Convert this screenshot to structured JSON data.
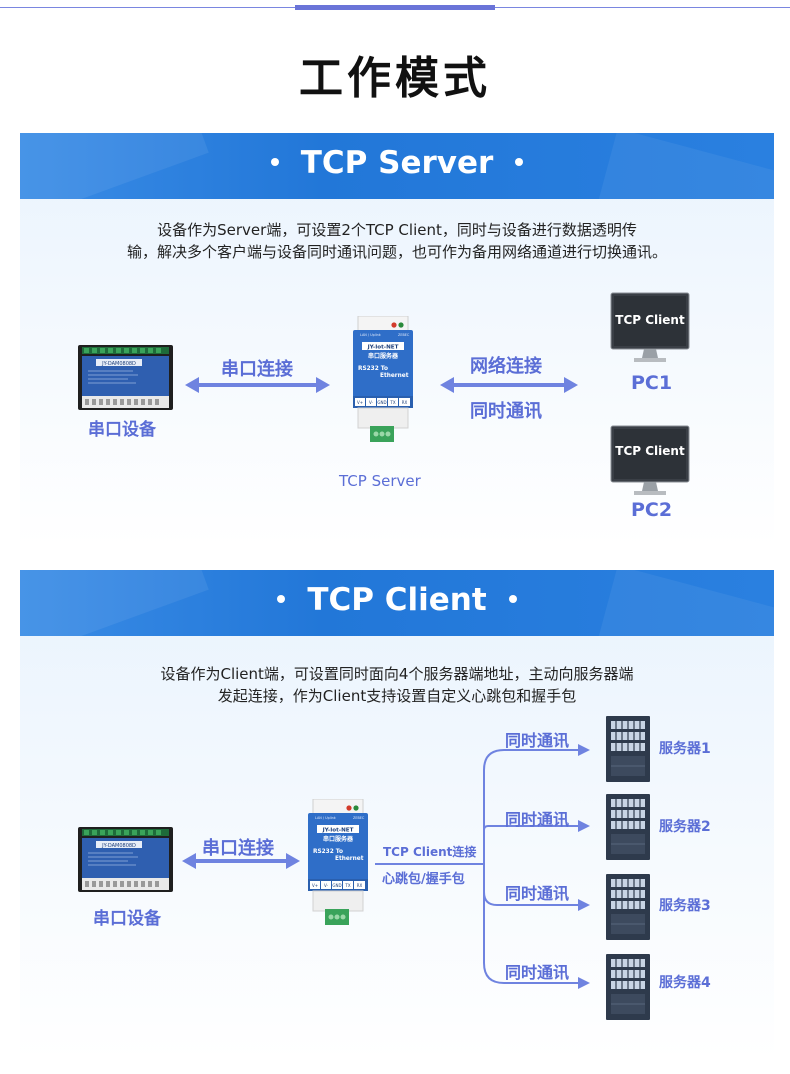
{
  "page_title": "工作模式",
  "server_section": {
    "title": "TCP Server",
    "description": [
      "设备作为Server端，可设置2个TCP Client，同时与设备进行数据透明传",
      "输，解决多个客户端与设备同时通讯问题，也可作为备用网络通道进行切换通讯。"
    ],
    "serial_device_label": "串口设备",
    "serial_link_label": "串口连接",
    "network_link_label": "网络连接",
    "sync_comm_label": "同时通讯",
    "gateway_caption": "TCP Server",
    "clients": [
      {
        "screen_text": "TCP Client",
        "label": "PC1"
      },
      {
        "screen_text": "TCP Client",
        "label": "PC2"
      }
    ]
  },
  "client_section": {
    "title": "TCP Client",
    "description": [
      "设备作为Client端，可设置同时面向4个服务器端地址，主动向服务器端",
      "发起连接，作为Client支持设置自定义心跳包和握手包"
    ],
    "serial_device_label": "串口设备",
    "serial_link_label": "串口连接",
    "tcp_link_label": "TCP Client连接",
    "heartbeat_label": "心跳包/握手包",
    "servers": [
      {
        "comm_label": "同时通讯",
        "label": "服务器1"
      },
      {
        "comm_label": "同时通讯",
        "label": "服务器2"
      },
      {
        "comm_label": "同时通讯",
        "label": "服务器3"
      },
      {
        "comm_label": "同时通讯",
        "label": "服务器4"
      }
    ]
  },
  "gateway_device": {
    "top_left": "LAN / Uplink",
    "top_right": "ZEBEC",
    "model": "JY-Iot-NET",
    "name": "串口服务器",
    "spec_line1": "RS232 To",
    "spec_line2": "Ethernet",
    "terminals": [
      "V+",
      "V-",
      "GND",
      "TX",
      "RX"
    ]
  },
  "serial_device": {
    "model": "JY-DAM0808D"
  },
  "colors": {
    "header_blue": "#2277d8",
    "label_blue": "#5b6ed6",
    "arrow_blue": "#6f83e0"
  },
  "icons": [
    "double-arrow-icon",
    "monitor-icon",
    "server-rack-icon",
    "io-module-icon",
    "serial-server-icon"
  ]
}
